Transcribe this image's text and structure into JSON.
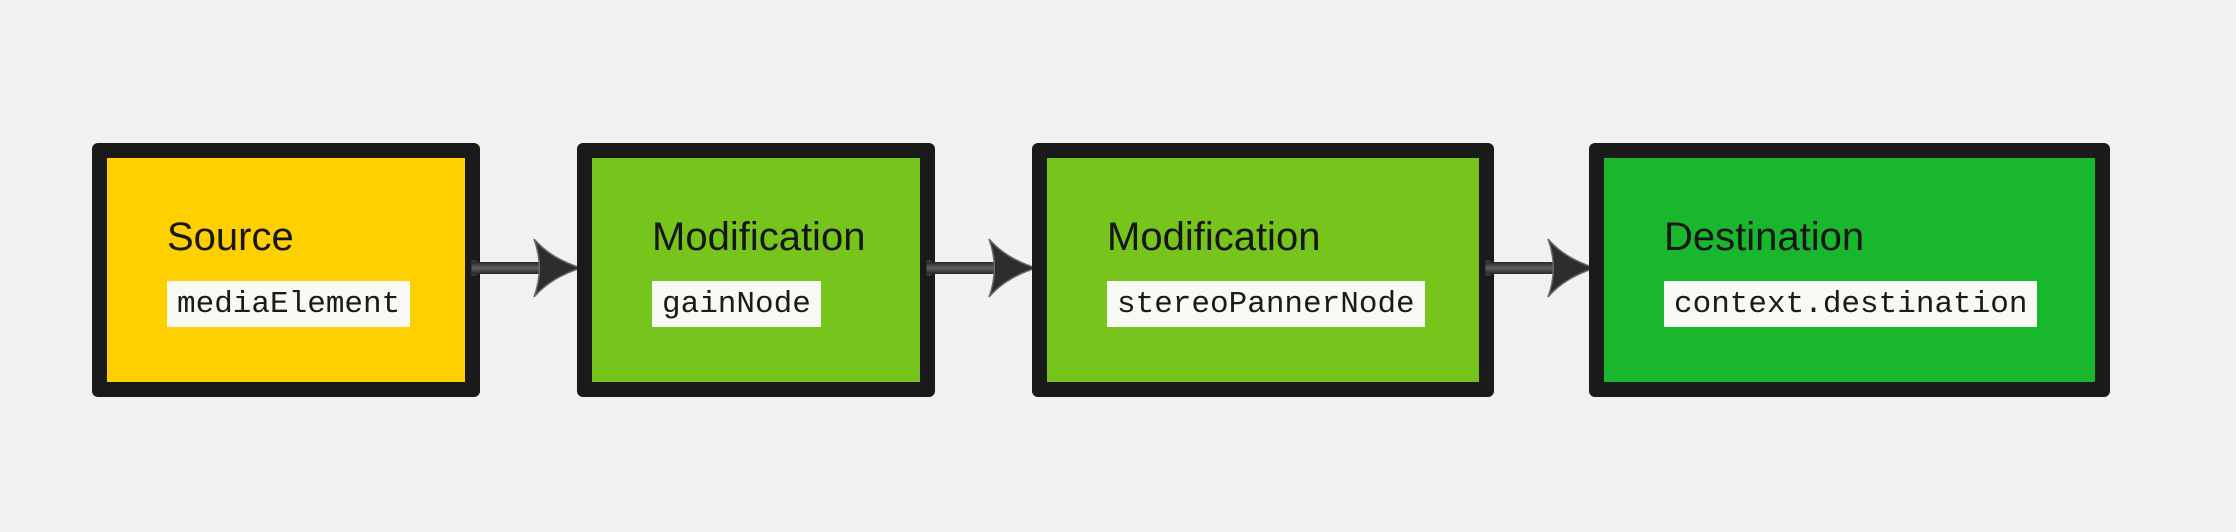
{
  "page": {
    "background_color": "#F1F1F0"
  },
  "diagram": {
    "type": "flow",
    "direction": "left-to-right",
    "nodes": [
      {
        "role": "Source",
        "code": "mediaElement",
        "fill": "#FFD000"
      },
      {
        "role": "Modification",
        "code": "gainNode",
        "fill": "#77C51C"
      },
      {
        "role": "Modification",
        "code": "stereoPannerNode",
        "fill": "#77C51C"
      },
      {
        "role": "Destination",
        "code": "context.destination",
        "fill": "#19B72E"
      }
    ],
    "connectors": [
      {
        "from": 0,
        "to": 1,
        "style": "arrow-right"
      },
      {
        "from": 1,
        "to": 2,
        "style": "arrow-right"
      },
      {
        "from": 2,
        "to": 3,
        "style": "arrow-right"
      }
    ],
    "colors": {
      "border": "#1A1A1A",
      "arrow": "#3A3A3A",
      "chip_background": "#F8F8F5",
      "text": "#161616"
    }
  }
}
